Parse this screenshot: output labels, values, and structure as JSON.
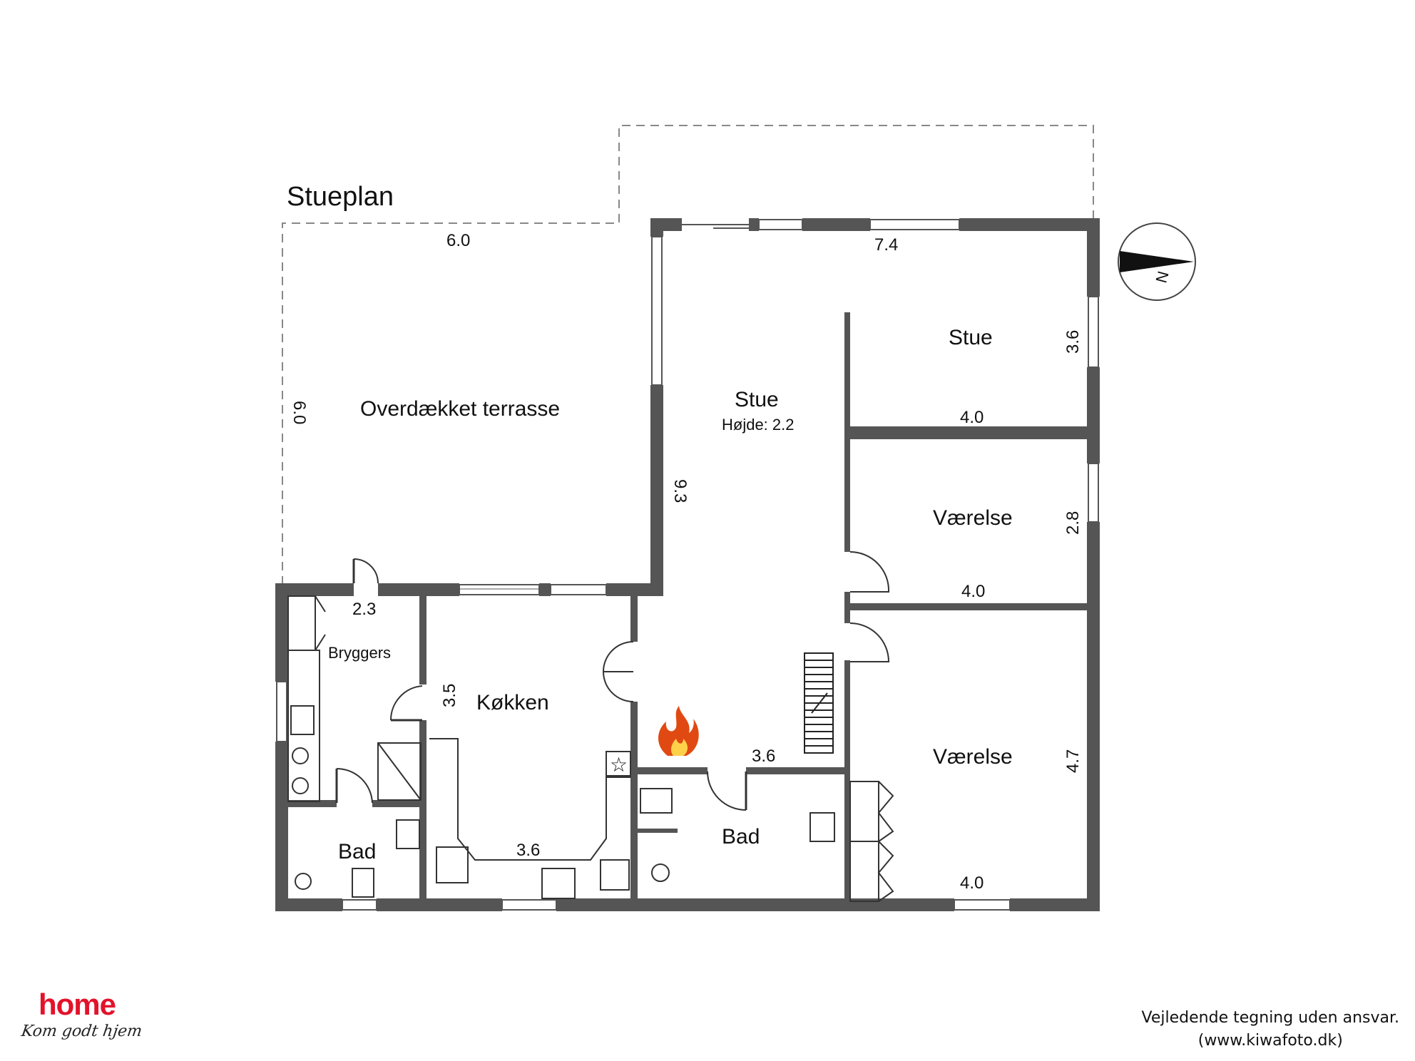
{
  "plan": {
    "title": "Stueplan"
  },
  "rooms": [
    {
      "key": "terrasse",
      "label": "Overdækket terrasse"
    },
    {
      "key": "stue",
      "label": "Stue",
      "sub": "Højde: 2.2"
    },
    {
      "key": "stue_small",
      "label": "Stue"
    },
    {
      "key": "vaerelse1",
      "label": "Værelse"
    },
    {
      "key": "vaerelse2",
      "label": "Værelse"
    },
    {
      "key": "bryggers",
      "label": "Bryggers"
    },
    {
      "key": "koekken",
      "label": "Køkken"
    },
    {
      "key": "bad1",
      "label": "Bad"
    },
    {
      "key": "bad2",
      "label": "Bad"
    }
  ],
  "dimensions": [
    {
      "key": "terr_w",
      "value": "6.0"
    },
    {
      "key": "terr_h",
      "value": "6.0"
    },
    {
      "key": "stue_w",
      "value": "7.4"
    },
    {
      "key": "stue_h",
      "value": "9.3"
    },
    {
      "key": "stue_bottom",
      "value": "3.6"
    },
    {
      "key": "small_stue_h",
      "value": "3.6"
    },
    {
      "key": "small_stue_w",
      "value": "4.0"
    },
    {
      "key": "v1_h",
      "value": "2.8"
    },
    {
      "key": "v1_w",
      "value": "4.0"
    },
    {
      "key": "v2_h",
      "value": "4.7"
    },
    {
      "key": "v2_w",
      "value": "4.0"
    },
    {
      "key": "bryg_w",
      "value": "2.3"
    },
    {
      "key": "kok_h",
      "value": "3.5"
    },
    {
      "key": "kok_w",
      "value": "3.6"
    }
  ],
  "compass": {
    "label": "N",
    "icon": "compass-icon"
  },
  "icons": {
    "fireplace": "fireplace-icon",
    "smoke": "star-icon"
  },
  "brand": {
    "name": "home",
    "tagline": "Kom godt hjem"
  },
  "disclaimer": {
    "line1": "Vejledende tegning uden ansvar.",
    "line2": "(www.kiwafoto.dk)"
  },
  "colors": {
    "wall": "#555555",
    "brand": "#e3122b",
    "flame": "#e04a12"
  }
}
